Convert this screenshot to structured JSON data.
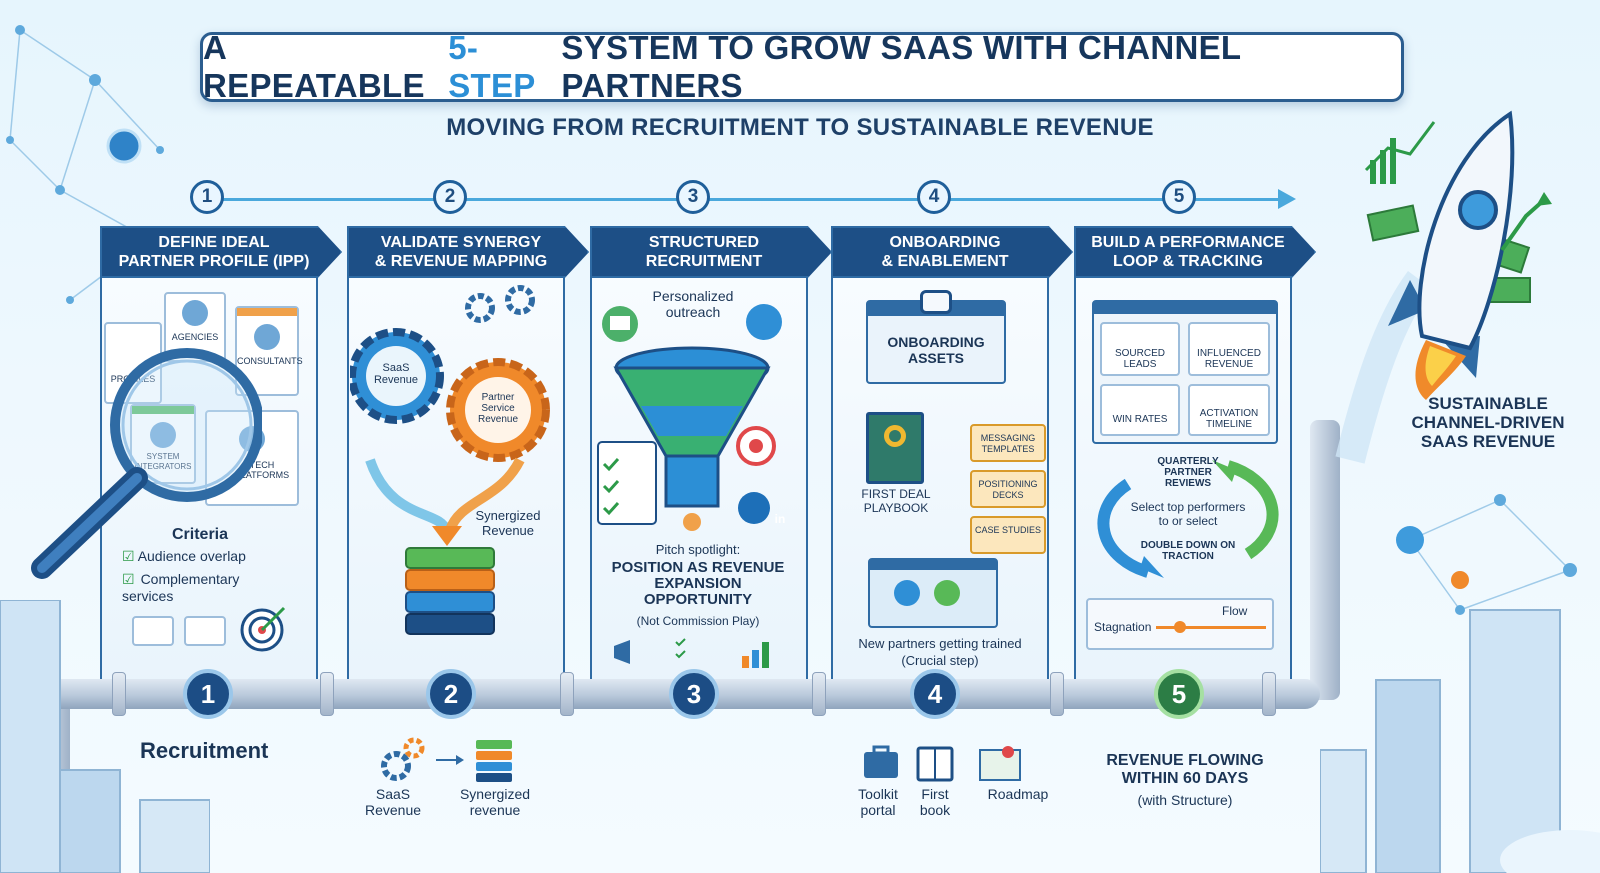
{
  "title": {
    "prefix": "A REPEATABLE ",
    "accent": "5-STEP",
    "suffix": " SYSTEM TO GROW SAAS WITH CHANNEL PARTNERS"
  },
  "subtitle": "MOVING FROM RECRUITMENT TO SUSTAINABLE REVENUE",
  "timeline": [
    "1",
    "2",
    "3",
    "4",
    "5"
  ],
  "steps": [
    {
      "number": "1",
      "banner": "DEFINE IDEAL\nPARTNER PROFILE (IPP)",
      "cards": [
        "PROFILES",
        "AGENCIES",
        "CONSULTANTS",
        "SYSTEM INTEGRATORS",
        "TECH PLATFORMS"
      ],
      "criteria_title": "Criteria",
      "criteria": [
        "Audience overlap",
        "Complementary services"
      ],
      "bottom_label": "Recruitment"
    },
    {
      "number": "2",
      "banner": "VALIDATE SYNERGY\n& REVENUE MAPPING",
      "gear_a": "SaaS Revenue",
      "gear_b": "Partner Service Revenue",
      "result": "Synergized Revenue",
      "bottom_a": "SaaS Revenue",
      "bottom_b": "Synergized revenue"
    },
    {
      "number": "3",
      "banner": "STRUCTURED\nRECRUITMENT",
      "outreach": "Personalized outreach",
      "pitch_label": "Pitch spotlight:",
      "pitch_main": "POSITION AS REVENUE EXPANSION OPPORTUNITY",
      "pitch_note": "(Not Commission Play)"
    },
    {
      "number": "4",
      "banner": "ONBOARDING\n& ENABLEMENT",
      "assets": "ONBOARDING ASSETS",
      "playbook": "FIRST DEAL PLAYBOOK",
      "folders": [
        "MESSAGING TEMPLATES",
        "POSITIONING DECKS",
        "CASE STUDIES"
      ],
      "trained": "New partners getting trained",
      "trained_note": "(Crucial step)",
      "bottom_items": [
        "Toolkit portal",
        "First book",
        "Roadmap"
      ]
    },
    {
      "number": "5",
      "banner": "BUILD A PERFORMANCE\nLOOP & TRACKING",
      "metrics": [
        "SOURCED LEADS",
        "INFLUENCED REVENUE",
        "WIN RATES",
        "ACTIVATION TIMELINE"
      ],
      "loop_top": "QUARTERLY PARTNER REVIEWS",
      "loop_mid": "Select top performers to or select",
      "loop_bottom": "DOUBLE DOWN ON TRACTION",
      "flow_from": "Stagnation",
      "flow_to": "Flow",
      "bottom_label": "REVENUE FLOWING WITHIN 60 DAYS",
      "bottom_note": "(with Structure)"
    }
  ],
  "outcome": "SUSTAINABLE CHANNEL-DRIVEN SAAS REVENUE",
  "colors": {
    "navy": "#1d4f86",
    "accent": "#2c8fd6",
    "green": "#2c9a48",
    "orange": "#f0892a"
  }
}
